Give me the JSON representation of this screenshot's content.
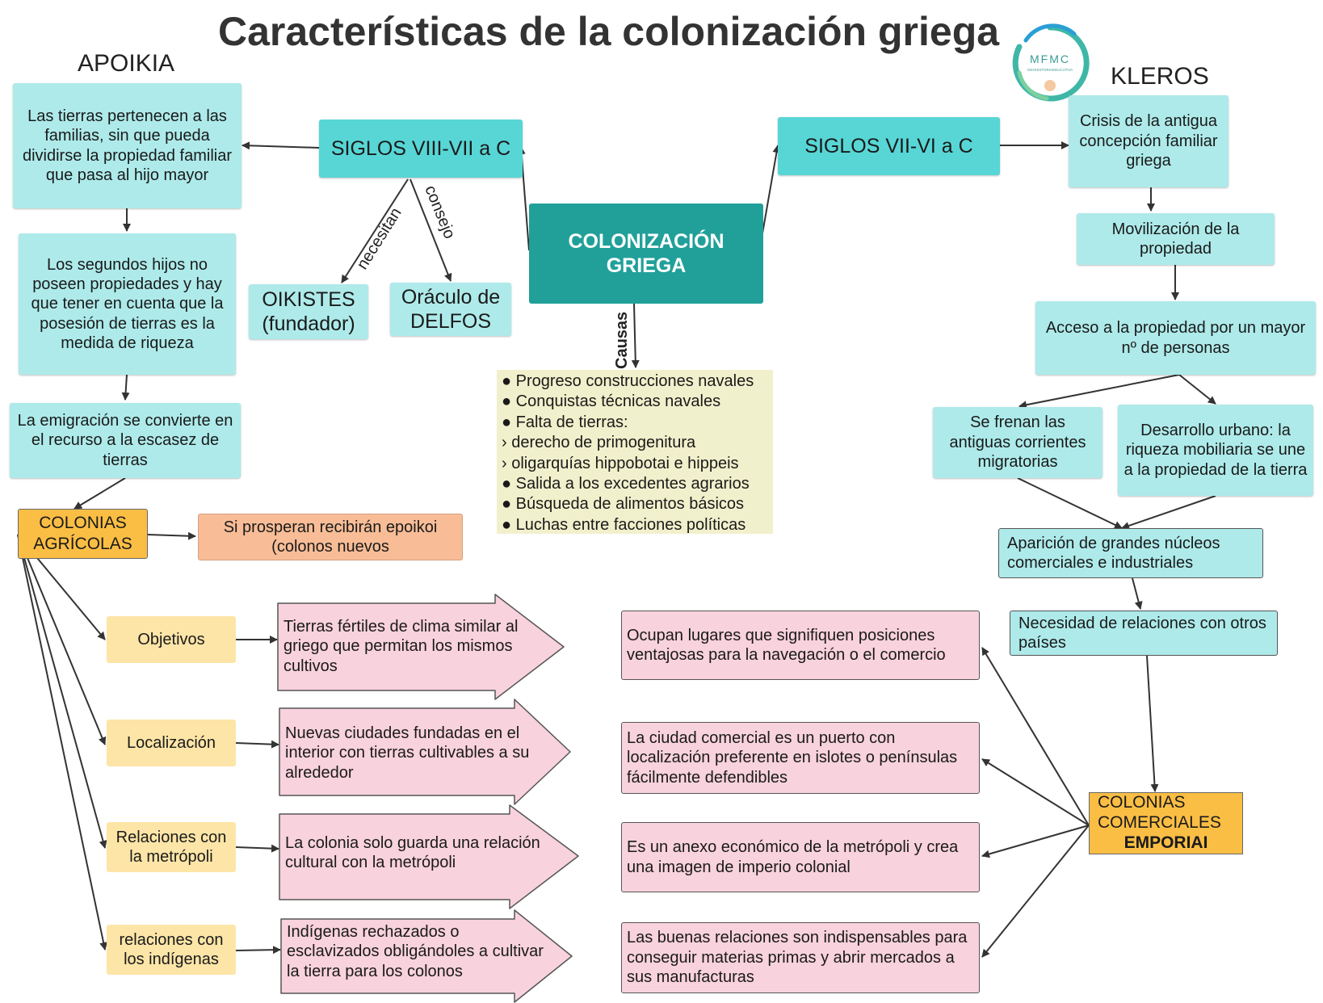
{
  "title": "Características de la colonización griega",
  "labels": {
    "apoikia": "APOIKIA",
    "kleros": "KLEROS"
  },
  "logo": {
    "text": "MFMC",
    "subtext": "GEOHISTORIAEDUCATIVA"
  },
  "center": {
    "line1": "COLONIZACIÓN",
    "line2": "GRIEGA"
  },
  "left_period": "SIGLOS VIII-VII a C",
  "right_period": "SIGLOS VII-VI a C",
  "edge_labels": {
    "necesitan": "necesitan",
    "consejo": "consejo",
    "causas": "Causas"
  },
  "oikistes": {
    "line1": "OIKISTES",
    "line2": "(fundador)"
  },
  "oraculo": {
    "line1": "Oráculo de",
    "line2": "DELFOS"
  },
  "apoikia_chain": [
    "Las tierras pertenecen a las familias, sin que pueda dividirse la propiedad familiar que pasa al hijo mayor",
    "Los segundos hijos no poseen propiedades y hay que tener en cuenta que la posesión de tierras es la medida de riqueza",
    "La emigración se convierte en el recurso a la escasez de tierras"
  ],
  "colonias_agricolas": {
    "line1": "COLONIAS",
    "line2": "AGRÍCOLAS"
  },
  "epoikoi": {
    "line1": "Si prosperan recibirán epoikoi",
    "line2": "(colonos nuevos"
  },
  "causes": [
    "● Progreso construcciones navales",
    "● Conquistas técnicas navales",
    "● Falta de tierras:",
    "› derecho de primogenitura",
    "› oligarquías hippobotai e hippeis",
    "● Salida a los excedentes agrarios",
    "● Búsqueda de alimentos básicos",
    "● Luchas entre facciones políticas"
  ],
  "agri_features": [
    {
      "label": "Objetivos",
      "text": "Tierras fértiles de clima similar al griego que permitan los mismos cultivos"
    },
    {
      "label": "Localización",
      "text": "Nuevas ciudades fundadas en el interior con tierras cultivables a su alrededor"
    },
    {
      "label": "Relaciones con la metrópoli",
      "text": "La colonia solo guarda una relación cultural con la metrópoli"
    },
    {
      "label": "relaciones con los indígenas",
      "text": "Indígenas rechazados o esclavizados obligándoles a cultivar la tierra para los colonos"
    }
  ],
  "kleros_chain": {
    "crisis": "Crisis de la antigua concepción familiar griega",
    "movilizacion": "Movilización de la propiedad",
    "acceso": "Acceso  a la propiedad por un mayor nº de personas",
    "frenan": "Se frenan las antiguas corrientes migratorias",
    "desarrollo": "Desarrollo urbano: la riqueza mobiliaria se une a la propiedad de la tierra",
    "aparicion": "Aparición de grandes núcleos comerciales e industriales",
    "necesidad": "Necesidad de relaciones con otros países"
  },
  "colonias_comerciales": {
    "line1": "COLONIAS",
    "line2": "COMERCIALES",
    "line3": "EMPORIAI"
  },
  "commerce_features": [
    "Ocupan lugares que signifiquen posiciones ventajosas para la navegación o el comercio",
    "La ciudad comercial es un puerto con localización preferente en islotes o penínsulas fácilmente defendibles",
    "Es un anexo económico de la metrópoli y crea una imagen de imperio colonial",
    "Las buenas relaciones son indispensables para conseguir materias primas y abrir mercados a sus manufacturas"
  ],
  "colors": {
    "cyan": "#aeeaea",
    "cyan_dark": "#58d6d6",
    "teal": "#21a09a",
    "yellow": "#fde5a7",
    "orange": "#fbbe44",
    "peach": "#f8bd97",
    "pink": "#f8d2dd",
    "cream": "#f1f0cc"
  }
}
